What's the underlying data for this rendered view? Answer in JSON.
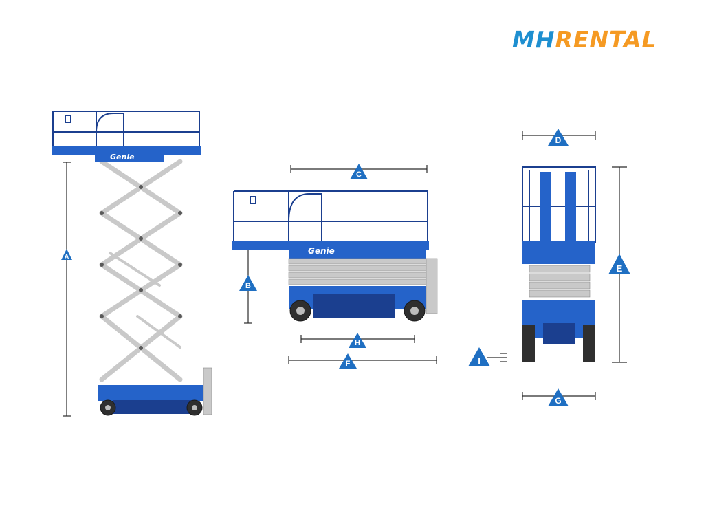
{
  "logo": {
    "part1": "MH",
    "part2": "RENTAL"
  },
  "brand_text": "Genie",
  "colors": {
    "machine_blue": "#2563c9",
    "machine_dark": "#1b3f8f",
    "scissor_gray": "#c9c9c9",
    "marker_blue": "#1f6fc2",
    "logo_blue": "#1e8fd0",
    "logo_orange": "#f59a23"
  },
  "dimensions": {
    "A": "A",
    "B": "B",
    "C": "C",
    "D": "D",
    "E": "E",
    "F": "F",
    "G": "G",
    "H": "H",
    "I": "I"
  }
}
